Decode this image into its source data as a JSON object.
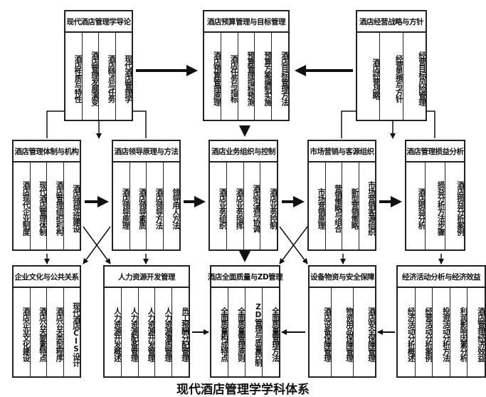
{
  "title": "现代酒店管理学学科体系",
  "boxes": {
    "A": {
      "title": "现代酒店管理学导论",
      "items": [
        "酒店性质与特性",
        "酒店管理发展演变",
        "酒店特点与任务",
        "现代酒店管理学"
      ]
    },
    "B": {
      "title": "酒店预算管理与目标管理",
      "items": [
        "酒店预算管理原理",
        "酒店任务与指标",
        "预算管理指标预测",
        "预算方案编制实施",
        "酒店目标管理方法"
      ]
    },
    "C": {
      "title": "酒店经营战略与方针",
      "items": [
        "酒店经营战略",
        "经营思想与方针",
        "经营目标风险管理"
      ]
    },
    "D": {
      "title": "酒店管理体制与机构",
      "items": [
        "酒店现代企业制度",
        "现代酒店管理体制",
        "酒店管理组织机构",
        "酒店领导班建设"
      ]
    },
    "E": {
      "title": "酒店领导原理与方法",
      "items": [
        "酒店领导原理",
        "酒店领导素质",
        "酒店领导方法",
        "领导用人方法"
      ]
    },
    "F": {
      "title": "酒店业务组织与控制",
      "items": [
        "酒店业务组织",
        "酒店业务指挥",
        "酒店沟通与协调",
        "酒店业务控制"
      ]
    },
    "G": {
      "title": "市场营销与客源组织",
      "items": [
        "市场营销原理",
        "营销策略与组合",
        "新型营销策略",
        "市场营销客源组织"
      ]
    },
    "H": {
      "title": "酒店管理损益分析",
      "items": [
        "酒店损益分析",
        "损益分析方法步骤",
        "酒店损益分析案例"
      ]
    },
    "I": {
      "title": "企业文化与公共关系",
      "items": [
        "酒店企业文化建设",
        "酒店公关要素特点",
        "酒店公关类型程序",
        "现代酒店CIS设计"
      ]
    },
    "J": {
      "title": "人力资源开发管理",
      "items": [
        "人力资源开发概述",
        "人力资源配备管理",
        "人力资源开发管理",
        "人力资源潜质管理",
        "员工报酬分配管理"
      ]
    },
    "K": {
      "title": "酒店全面质量与ZD管理",
      "items": [
        "全面质量构成特点",
        "全面质量管理原则",
        "ZD管理与质量控制",
        "全面质量管理方法"
      ]
    },
    "L": {
      "title": "设备物资与安全保障",
      "items": [
        "酒店设备保障管理",
        "物资用品保障管理",
        "酒店安全保障管理"
      ]
    },
    "M": {
      "title": "经济活动分析与经济效益",
      "items": [
        "经济活动分析概述",
        "经营活动分析案例",
        "投资活动分析方法",
        "利润影响因素分析",
        "酒店管理经济效益"
      ]
    }
  },
  "colors": {
    "line": "#222222",
    "background": "#ffffff"
  }
}
